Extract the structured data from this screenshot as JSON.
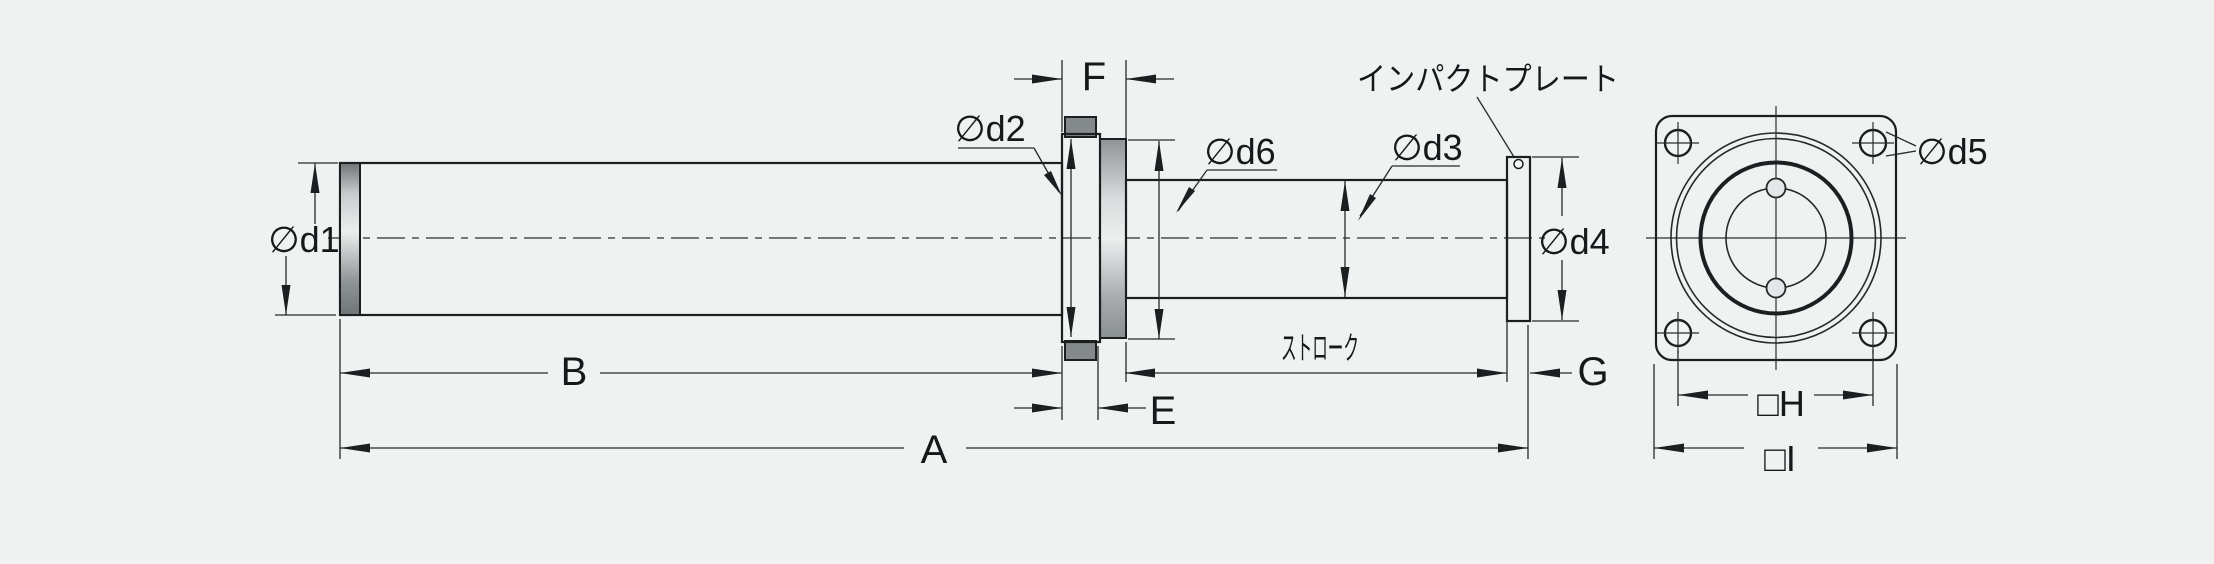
{
  "drawing": {
    "type": "engineering-dimension-drawing",
    "background_color": "#f0f2f2",
    "line_color": "#1c1f21",
    "views": {
      "side_view": {
        "parts": [
          "cylinder-body",
          "end-cap-ring",
          "mounting-flange",
          "flange-boss",
          "piston-rod",
          "impact-plate"
        ],
        "annotations": {
          "impact_plate_label": "インパクトプレート",
          "stroke_label": "ストローク"
        },
        "dimensions": {
          "d1": "∅d1",
          "d2": "∅d2",
          "d3": "∅d3",
          "d4": "∅d4",
          "d6": "∅d6",
          "A": "A",
          "B": "B",
          "E": "E",
          "F": "F",
          "G": "G"
        }
      },
      "front_view": {
        "parts": [
          "square-flange-face",
          "outer-circle",
          "thick-circle",
          "bolt-circle",
          "two-small-holes",
          "four-corner-bolt-holes",
          "centerlines"
        ],
        "dimensions": {
          "d5": "∅d5",
          "H": "□H",
          "I": "□I"
        },
        "corner_hole_count": 4,
        "small_hole_count": 2
      }
    },
    "part_colors": {
      "body_light": "#f6f7f7",
      "body_mid": "#a8adaf",
      "flange_gray": "#8f9497",
      "impact_plate_gray": "#6e7376",
      "front_face_gray": "#e4e7e7"
    }
  }
}
